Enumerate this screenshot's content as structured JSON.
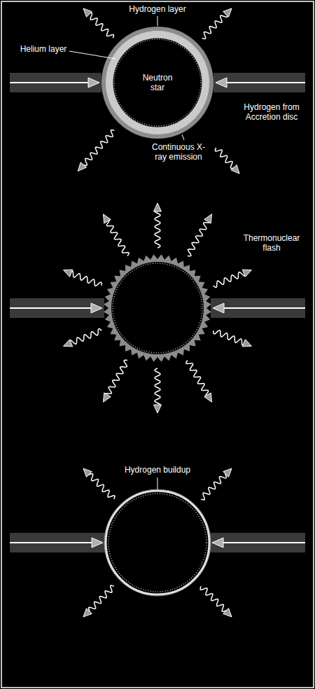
{
  "diagram": {
    "nodes": [
      {
        "text": [
          "Neutron star"
        ]
      }
    ],
    "labels": [
      "Hydrogen layer",
      "Helium layer",
      "Hydrogen from Accretion disc",
      "Continuous X-ray emission",
      "Thermonuclear flash",
      "Hydrogen buildup"
    ]
  }
}
